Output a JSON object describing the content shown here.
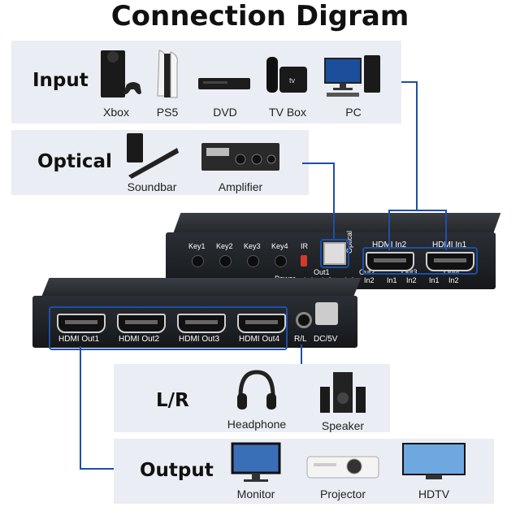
{
  "title": "Connection Digram",
  "sections": {
    "input": {
      "label": "Input",
      "devices": [
        "Xbox",
        "PS5",
        "DVD",
        "TV Box",
        "PC"
      ]
    },
    "optical": {
      "label": "Optical",
      "devices": [
        "Soundbar",
        "Amplifier"
      ]
    },
    "lr": {
      "label": "L/R",
      "devices": [
        "Headphone",
        "Speaker"
      ]
    },
    "output": {
      "label": "Output",
      "devices": [
        "Monitor",
        "Projector",
        "HDTV"
      ]
    }
  },
  "rear_panel": {
    "keys": [
      "Key1",
      "Key2",
      "Key3",
      "Key4"
    ],
    "ir": "IR",
    "power": "Power",
    "optical": "Optical",
    "hdmi_in2": "HDMI In2",
    "hdmi_in1": "HDMI In1",
    "out1": "Out1",
    "out2": "Out2",
    "out3": "Out3",
    "out4": "Out4",
    "in1": "In1",
    "in2": "In2"
  },
  "front_panel": {
    "outputs": [
      "HDMI Out1",
      "HDMI Out2",
      "HDMI Out3",
      "HDMI Out4"
    ],
    "rl": "R/L",
    "dc": "DC/5V"
  },
  "colors": {
    "accent": "#1e4fa8",
    "panel": "#eaedf3",
    "device": "#1c1e22"
  }
}
